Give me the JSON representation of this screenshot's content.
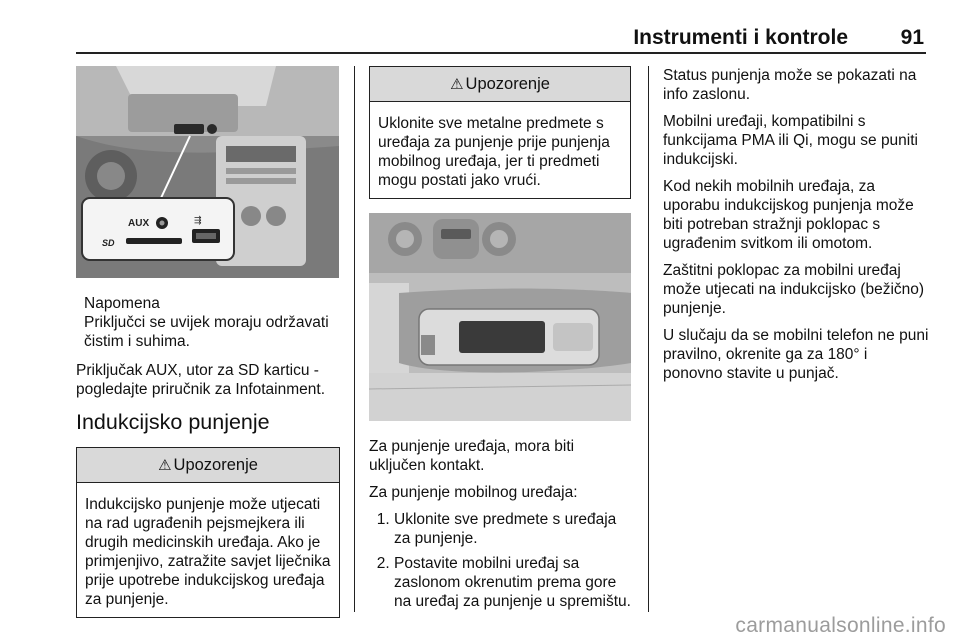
{
  "header": {
    "title": "Instrumenti i kontrole",
    "page_number": "91"
  },
  "figure1": {
    "label_aux": "AUX",
    "label_sd": "SD"
  },
  "note": {
    "title": "Napomena",
    "body": "Priključci se uvijek moraju održavati čistim i suhima."
  },
  "col1": {
    "para_aux": "Priključak AUX, utor za SD karticu - pogledajte priručnik za Infotainment.",
    "section_heading": "Indukcijsko punjenje",
    "warning": {
      "icon": "warning-triangle-icon",
      "title": "Upozorenje",
      "body": "Indukcijsko punjenje može utjecati na rad ugrađenih pejsmejkera ili drugih medicinskih uređaja. Ako je primjenjivo, zatražite savjet liječnika prije upotrebe indukcijskog uređaja za punjenje."
    }
  },
  "col2": {
    "warning": {
      "icon": "warning-triangle-icon",
      "title": "Upozorenje",
      "body": "Uklonite sve metalne predmete s uređaja za punjenje prije punjenja mobilnog uređaja, jer ti predmeti mogu postati jako vrući."
    },
    "para_contact": "Za punjenje uređaja, mora biti uključen kontakt.",
    "para_intro": "Za punjenje mobilnog uređaja:",
    "steps": [
      "Uklonite sve predmete s uređaja za punjenje.",
      "Postavite mobilni uređaj sa zaslonom okrenutim prema gore na uređaj za punjenje u spremištu."
    ]
  },
  "col3": {
    "paragraphs": [
      "Status punjenja može se pokazati na info zaslonu.",
      "Mobilni uređaji, kompatibilni s funkcijama PMA ili Qi, mogu se puniti indukcijski.",
      "Kod nekih mobilnih uređaja, za uporabu indukcijskog punjenja može biti potreban stražnji poklopac s ugrađenim svitkom ili omotom.",
      "Zaštitni poklopac za mobilni uređaj može utjecati na indukcijsko (bežično) punjenje.",
      "U slučaju da se mobilni telefon ne puni pravilno, okrenite ga za 180° i ponovno stavite u punjač."
    ]
  },
  "watermark": "carmanualsonline.info"
}
